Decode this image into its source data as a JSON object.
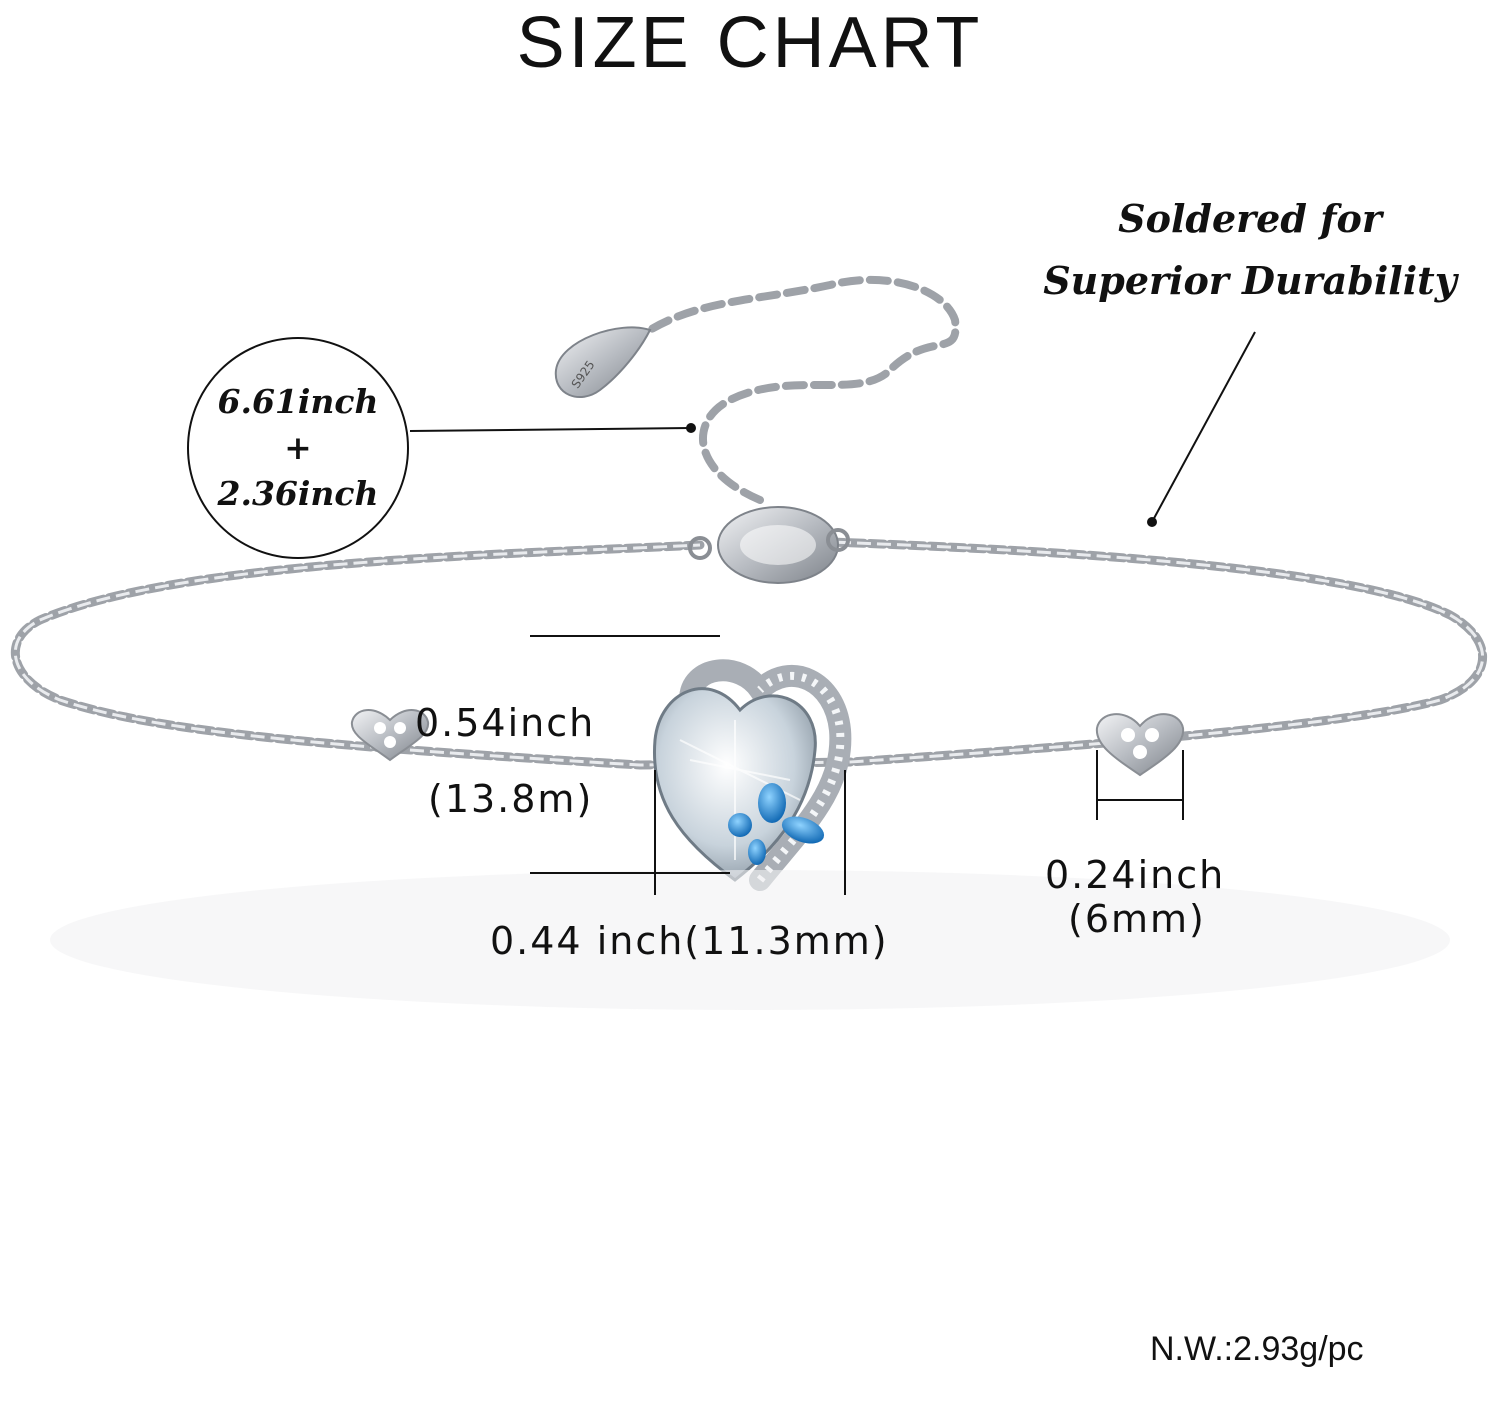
{
  "title": "SIZE CHART",
  "callout_solder": {
    "line1": "Soldered for",
    "line2": "Superior Durability"
  },
  "callout_length": {
    "main": "6.61inch",
    "plus": "+",
    "extension": "2.36inch"
  },
  "clasp_tag_text": "S925",
  "dimensions": {
    "pendant_height": {
      "inch": "0.54inch",
      "mm": "(13.8m)"
    },
    "pendant_width": "0.44 inch(11.3mm)",
    "heart_charm_width": {
      "inch": "0.24inch",
      "mm": "(6mm)"
    }
  },
  "net_weight": "N.W.:2.93g/pc",
  "colors": {
    "silver": "#c9ccd1",
    "silver_dark": "#8a8e94",
    "stone_blue": "#2a8fd6",
    "stone_clear": "#dfe8ef",
    "ink": "#111111"
  },
  "icons": [
    "bracelet-chain",
    "lobster-clasp",
    "heart-pendant",
    "butterfly-stones",
    "heart-charm"
  ]
}
